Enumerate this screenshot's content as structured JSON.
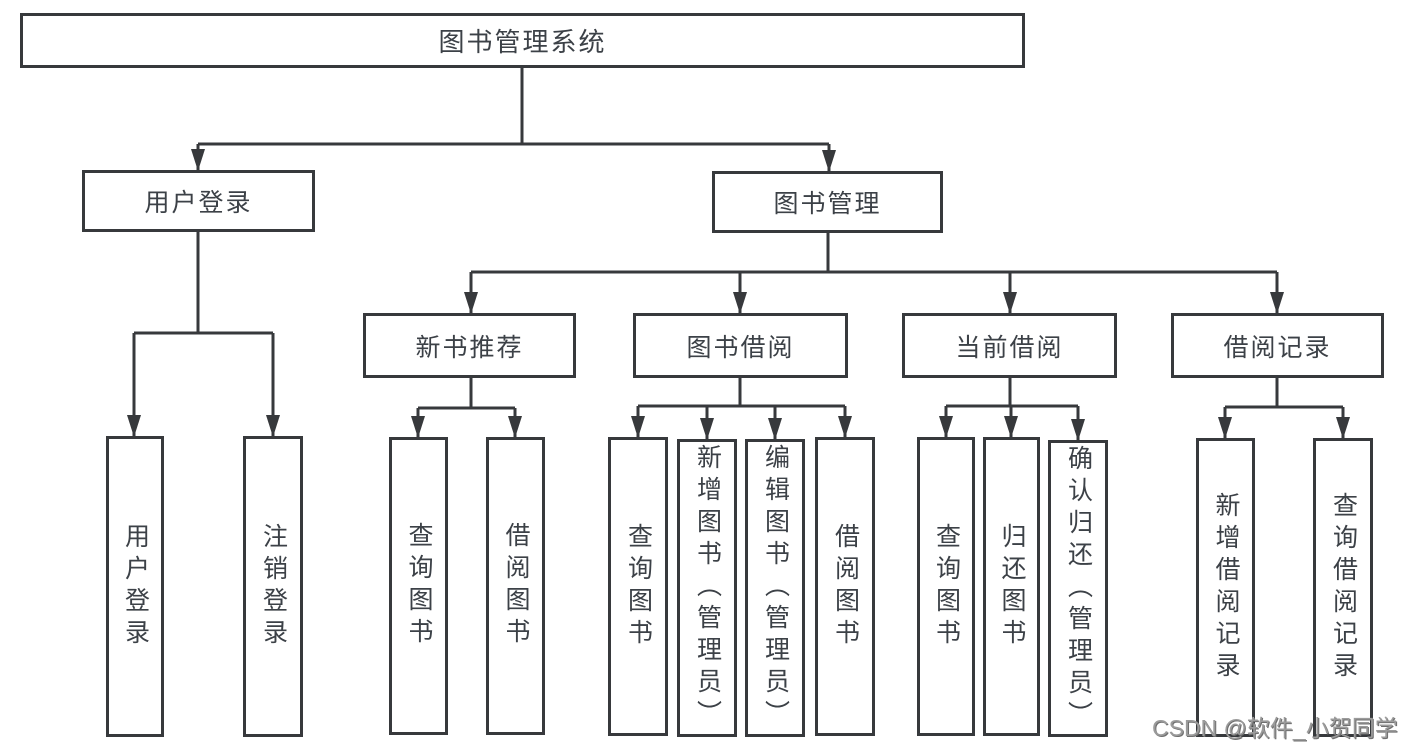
{
  "diagram": {
    "tree": {
      "label": "图书管理系统",
      "children": [
        {
          "label": "用户登录",
          "children": [
            {
              "label": "用户登录"
            },
            {
              "label": "注销登录"
            }
          ]
        },
        {
          "label": "图书管理",
          "children": [
            {
              "label": "新书推荐",
              "children": [
                {
                  "label": "查询图书"
                },
                {
                  "label": "借阅图书"
                }
              ]
            },
            {
              "label": "图书借阅",
              "children": [
                {
                  "label": "查询图书"
                },
                {
                  "label": "新增图书（管理员）"
                },
                {
                  "label": "编辑图书（管理员）"
                },
                {
                  "label": "借阅图书"
                }
              ]
            },
            {
              "label": "当前借阅",
              "children": [
                {
                  "label": "查询图书"
                },
                {
                  "label": "归还图书"
                },
                {
                  "label": "确认归还（管理员）"
                }
              ]
            },
            {
              "label": "借阅记录",
              "children": [
                {
                  "label": "新增借阅记录"
                },
                {
                  "label": "查询借阅记录"
                }
              ]
            }
          ]
        }
      ]
    },
    "line_color": "#37393c",
    "text_color": "#3c4147",
    "watermark": {
      "text": "CSDN @软件_小贺同学",
      "color": "#9b9b9b"
    }
  }
}
